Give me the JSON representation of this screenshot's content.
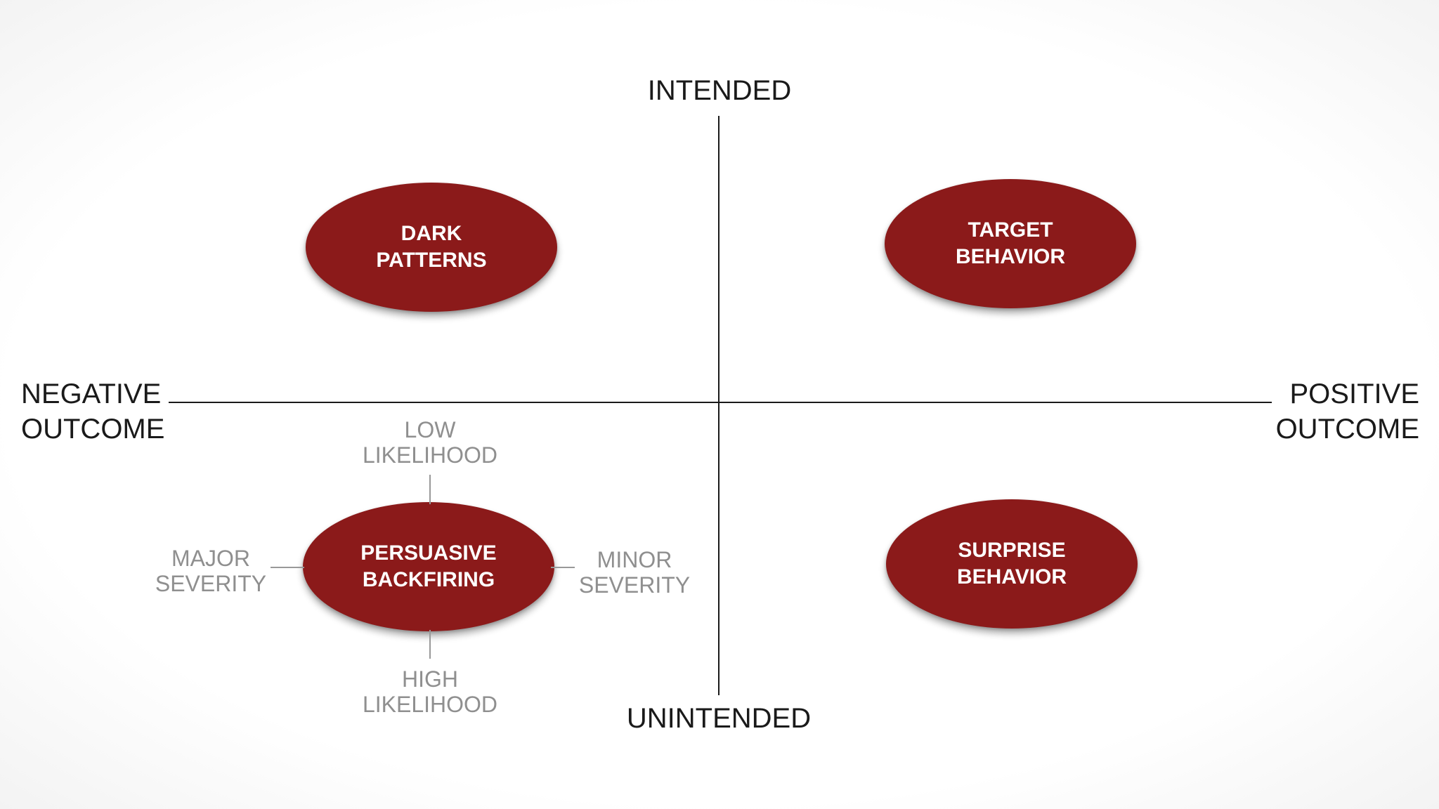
{
  "diagram": {
    "type": "quadrant-matrix",
    "axis": {
      "top": "INTENDED",
      "bottom": "UNINTENDED",
      "left": "NEGATIVE\nOUTCOME",
      "right": "POSITIVE\nOUTCOME"
    },
    "ellipses": {
      "dark_patterns": "DARK\nPATTERNS",
      "target_behavior": "TARGET\nBEHAVIOR",
      "persuasive_backfiring": "PERSUASIVE\nBACKFIRING",
      "surprise_behavior": "SURPRISE\nBEHAVIOR"
    },
    "annotations": {
      "low_likelihood": "LOW\nLIKELIHOOD",
      "high_likelihood": "HIGH\nLIKELIHOOD",
      "major_severity": "MAJOR\nSEVERITY",
      "minor_severity": "MINOR\nSEVERITY"
    },
    "colors": {
      "ellipse_fill": "#8b1a1a",
      "ellipse_text": "#ffffff",
      "axis_line": "#1a1a1a",
      "axis_text": "#1a1a1a",
      "annotation_text": "#8f8f8f",
      "connector": "#999999",
      "background": "#ffffff"
    }
  }
}
